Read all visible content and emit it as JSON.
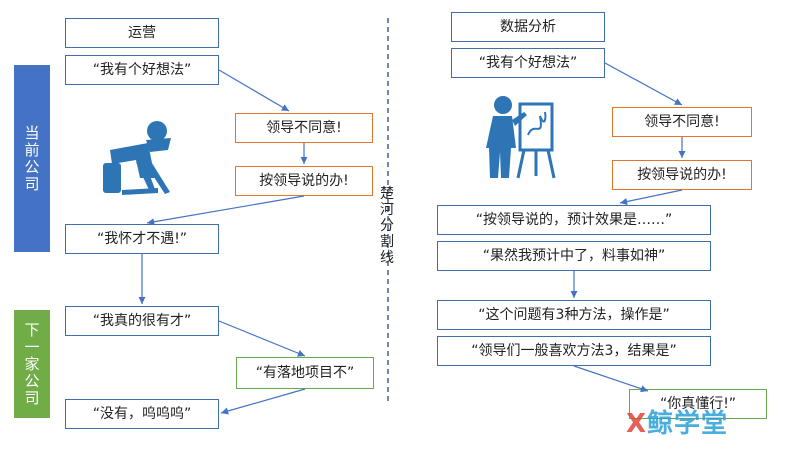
{
  "left": {
    "title": "运营",
    "side_current": "当前公司",
    "side_next": "下一家公司",
    "idea": "“我有个好想法”",
    "disagree": "领导不同意!",
    "follow": "按领导说的办!",
    "unappreciated": "“我怀才不遇!”",
    "talented": "“我真的很有才”",
    "projects_q": "“有落地项目不”",
    "no_cry": "“没有，呜呜呜”"
  },
  "divider": {
    "label": "楚河分割线"
  },
  "right": {
    "title": "数据分析",
    "idea": "“我有个好想法”",
    "disagree": "领导不同意!",
    "follow": "按领导说的办!",
    "expected": "“按领导说的，预计效果是……”",
    "predicted": "“果然我预计中了，料事如神”",
    "three_methods": "“这个问题有3种方法，操作是”",
    "leaders_prefer": "“领导们一般喜欢方法3，结果是”",
    "praise": "“你真懂行!”"
  },
  "colors": {
    "blue": "#4472c4",
    "green": "#70ad47",
    "orange": "#e0762a",
    "icon": "#2e75b6"
  },
  "watermark": {
    "x": "X",
    "rest": "鲸学堂"
  }
}
